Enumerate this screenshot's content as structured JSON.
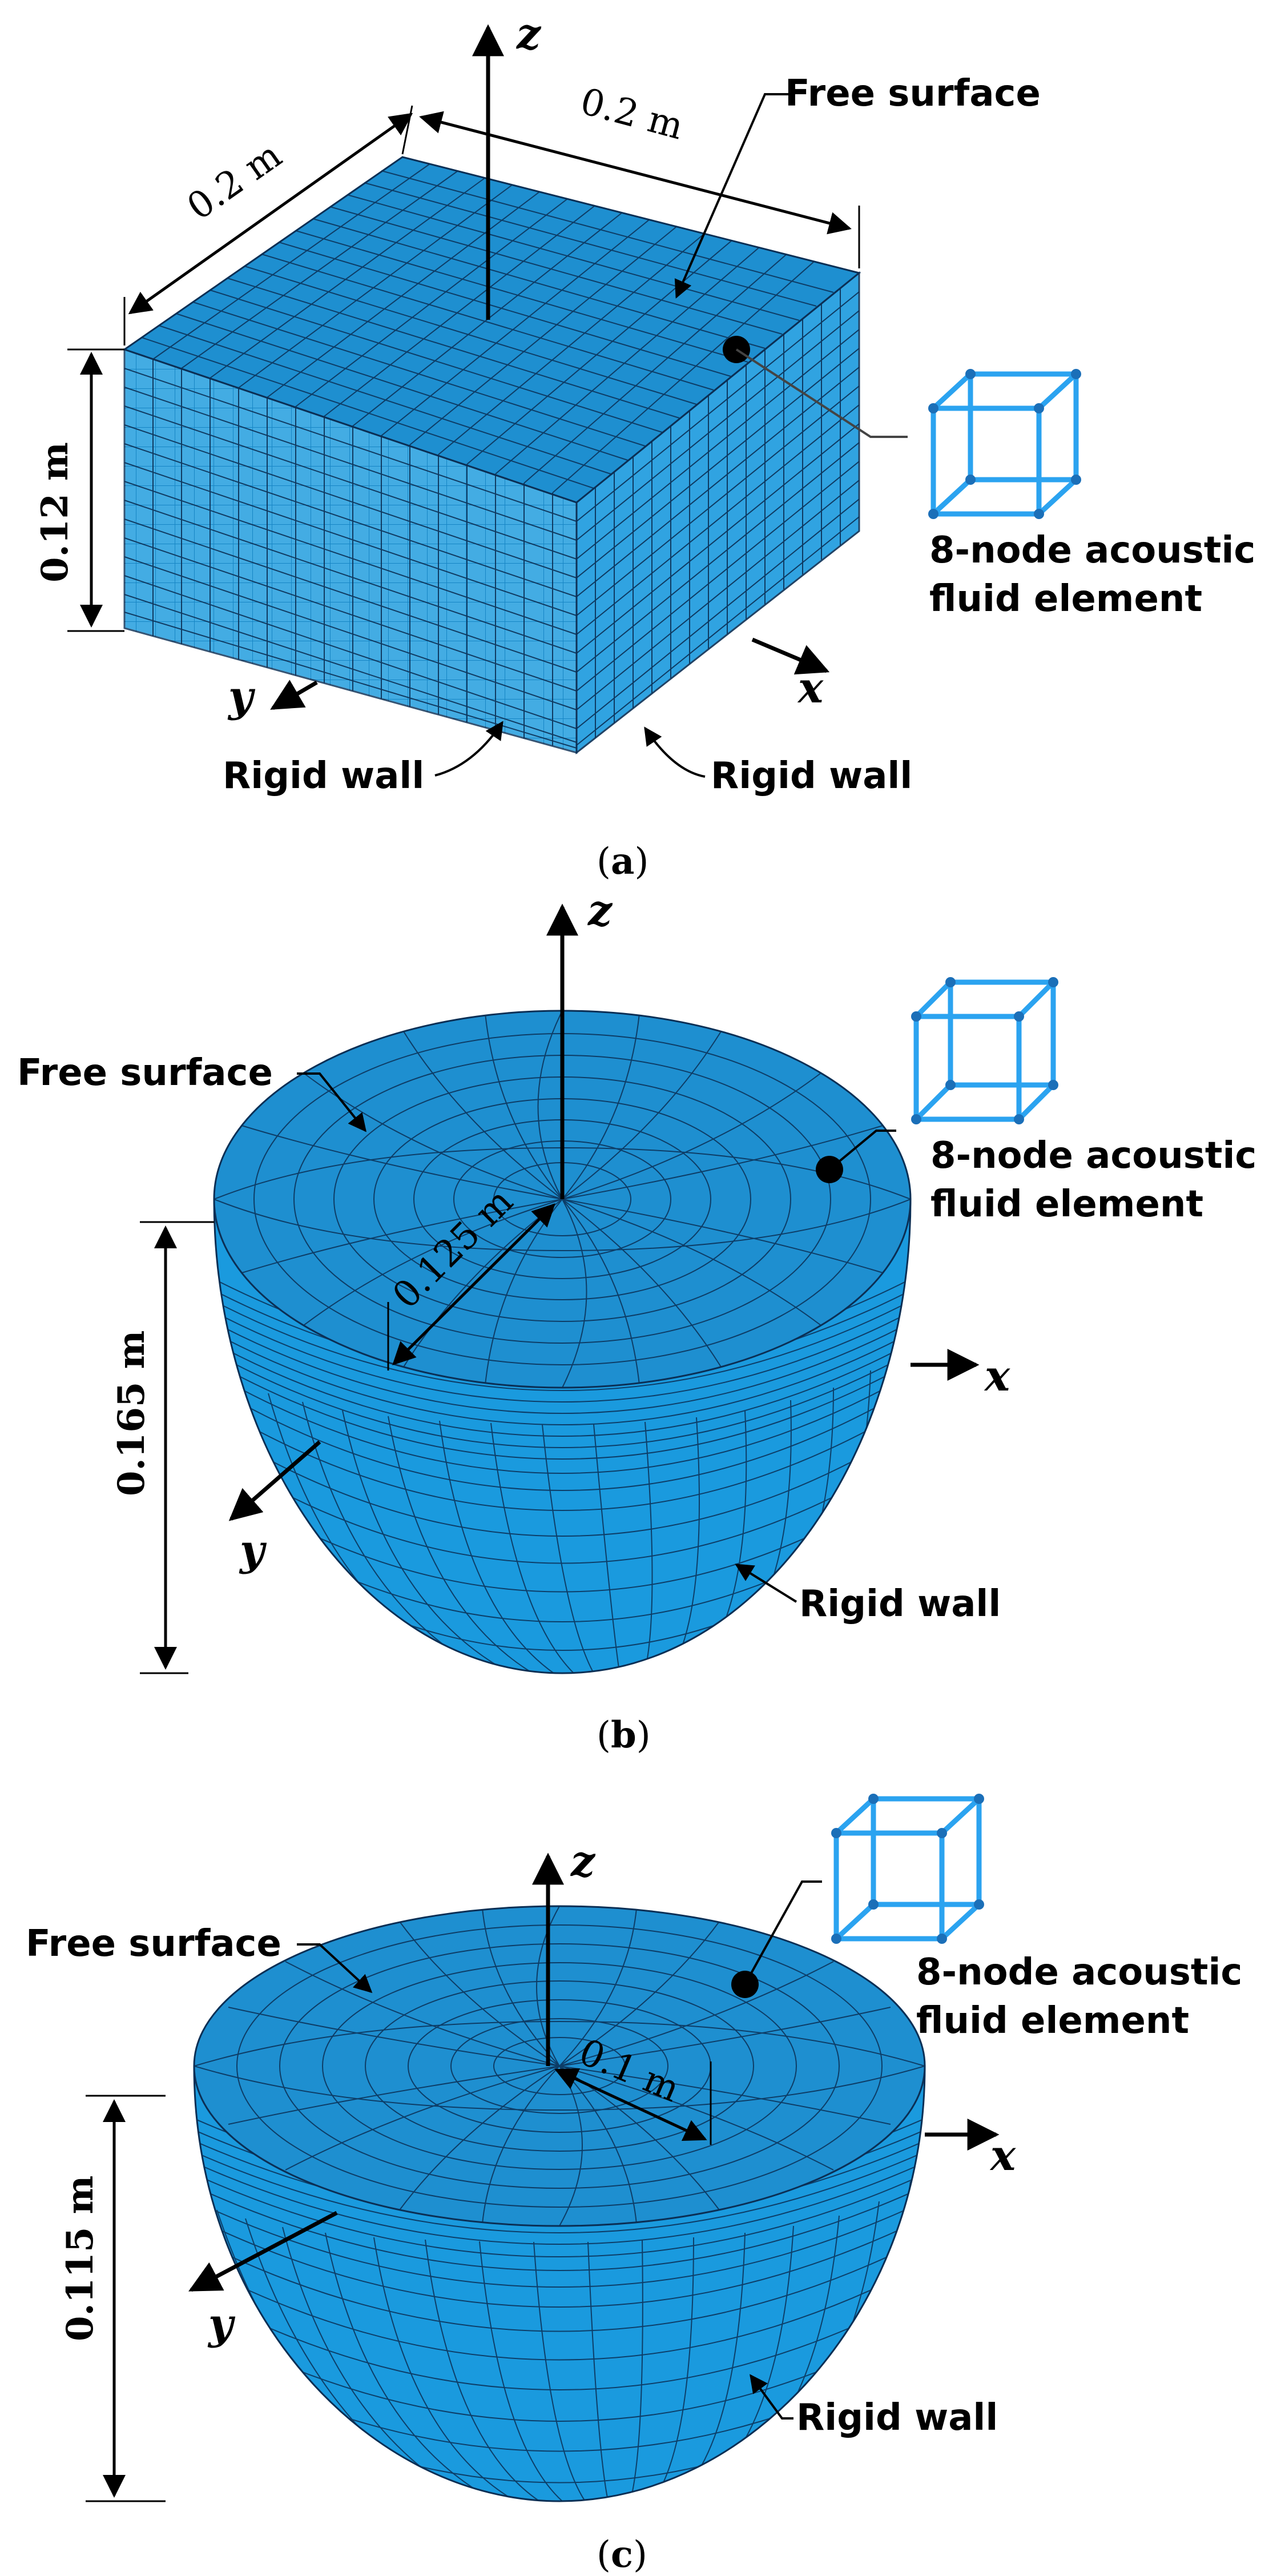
{
  "panels": [
    {
      "id": "a",
      "shape": "rectangular tank",
      "caption_open": "(",
      "caption_letter": "a",
      "caption_close": ")",
      "axes": {
        "z": "z",
        "x": "x",
        "y": "y"
      },
      "dims": {
        "length_x": "0.2 m",
        "length_y": "0.2 m",
        "height": "0.12 m"
      },
      "labels": {
        "free_surface": "Free surface",
        "rigid_wall_1": "Rigid wall",
        "rigid_wall_2": "Rigid wall",
        "element_line1": "8-node acoustic",
        "element_line2": "fluid element"
      }
    },
    {
      "id": "b",
      "shape": "spherical tank",
      "caption_open": "(",
      "caption_letter": "b",
      "caption_close": ")",
      "axes": {
        "z": "z",
        "x": "x",
        "y": "y"
      },
      "dims": {
        "radius": "0.125 m",
        "height": "0.165 m"
      },
      "labels": {
        "free_surface": "Free surface",
        "rigid_wall": "Rigid wall",
        "element_line1": "8-node acoustic",
        "element_line2": "fluid element"
      }
    },
    {
      "id": "c",
      "shape": "spherical tank",
      "caption_open": "(",
      "caption_letter": "c",
      "caption_close": ")",
      "axes": {
        "z": "z",
        "x": "x",
        "y": "y"
      },
      "dims": {
        "radius": "0.1 m",
        "height": "0.115 m"
      },
      "labels": {
        "free_surface": "Free surface",
        "rigid_wall": "Rigid wall",
        "element_line1": "8-node acoustic",
        "element_line2": "fluid element"
      }
    }
  ],
  "colors": {
    "mesh_fill_top": "#1e8fd0",
    "mesh_fill_side": "#1a9ade",
    "mesh_line": "#0b2f55",
    "element_edge": "#2ba3f0",
    "annotation": "#000000"
  },
  "icons": [
    "axis-arrow",
    "dimension-arrow",
    "leader-line",
    "node-dot",
    "element-cube"
  ]
}
